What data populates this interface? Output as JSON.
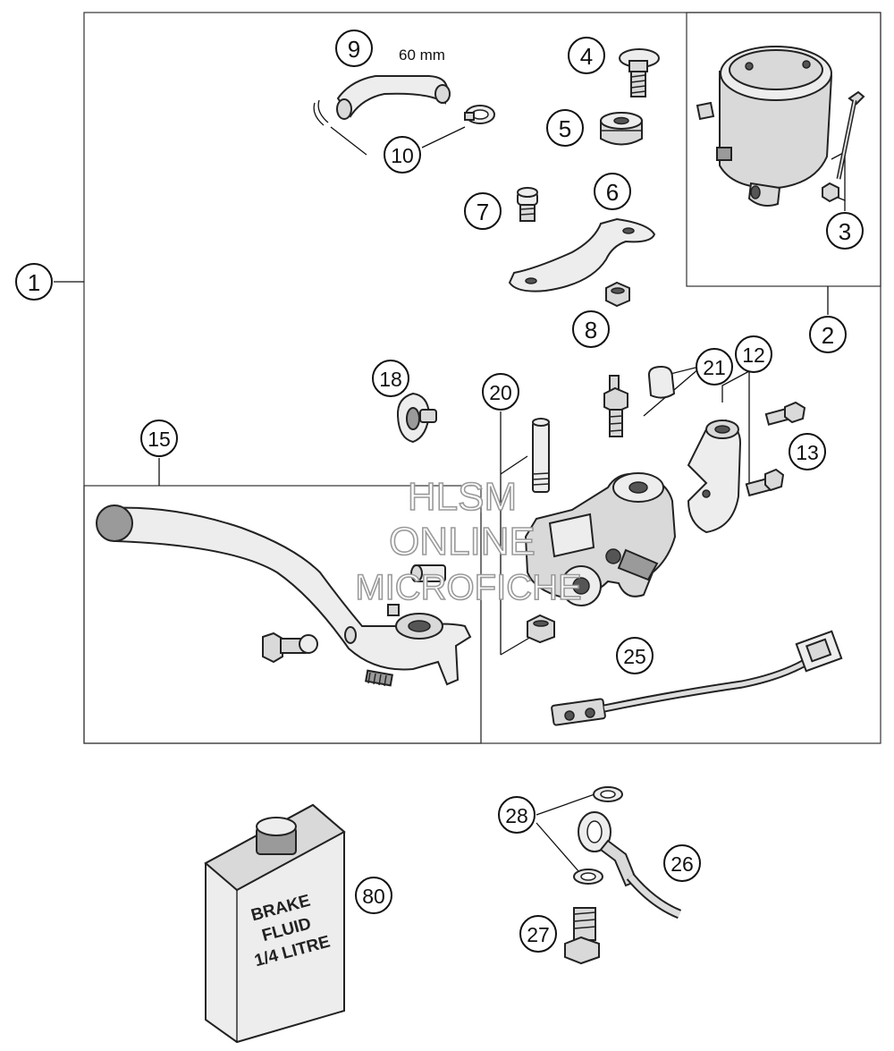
{
  "dimension_label": "60 mm",
  "fluid_can_text": [
    "BRAKE",
    "FLUID",
    "1/4 LITRE"
  ],
  "watermark": [
    "HLSM",
    "ONLINE",
    "MICROFICHE"
  ],
  "callouts": [
    {
      "id": "c1",
      "label": "1"
    },
    {
      "id": "c2",
      "label": "2"
    },
    {
      "id": "c3",
      "label": "3"
    },
    {
      "id": "c4",
      "label": "4"
    },
    {
      "id": "c5",
      "label": "5"
    },
    {
      "id": "c6",
      "label": "6"
    },
    {
      "id": "c7",
      "label": "7"
    },
    {
      "id": "c8",
      "label": "8"
    },
    {
      "id": "c9",
      "label": "9"
    },
    {
      "id": "c10",
      "label": "10"
    },
    {
      "id": "c12",
      "label": "12"
    },
    {
      "id": "c13",
      "label": "13"
    },
    {
      "id": "c15",
      "label": "15"
    },
    {
      "id": "c18",
      "label": "18"
    },
    {
      "id": "c20",
      "label": "20"
    },
    {
      "id": "c21",
      "label": "21"
    },
    {
      "id": "c25",
      "label": "25"
    },
    {
      "id": "c26",
      "label": "26"
    },
    {
      "id": "c27",
      "label": "27"
    },
    {
      "id": "c28",
      "label": "28"
    },
    {
      "id": "c80",
      "label": "80"
    }
  ]
}
